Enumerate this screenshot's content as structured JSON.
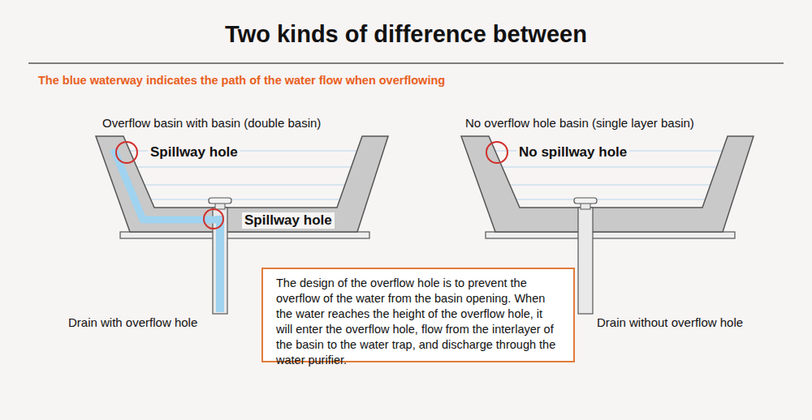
{
  "diagram": {
    "title": "Two kinds of difference between",
    "nodes": [
      {
        "text": [
          "The design of the overflow hole is to prevent the overflow of the water from the basin opening. When the water reaches the height of the overflow hole, it will enter the overflow hole, flow from the interlayer of the basin to the water trap, and discharge through the water purifier."
        ]
      }
    ],
    "labels": [
      "The blue waterway indicates the path of the water flow when overflowing",
      "Overflow basin with basin (double basin)",
      "Spillway hole",
      "Spillway hole",
      "Drain with overflow hole",
      "No overflow hole basin (single layer basin)",
      "No spillway hole",
      "Drain without overflow hole"
    ]
  }
}
